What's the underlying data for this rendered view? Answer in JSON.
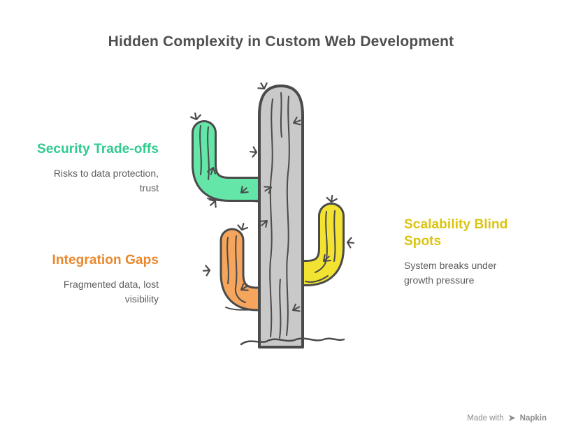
{
  "title": "Hidden Complexity in Custom Web Development",
  "sections": [
    {
      "id": "security",
      "title": "Security Trade-offs",
      "description": "Risks to data protection, trust",
      "color": "#2ECB8E"
    },
    {
      "id": "integration",
      "title": "Integration Gaps",
      "description": "Fragmented data, lost visibility",
      "color": "#EA872C"
    },
    {
      "id": "scalability",
      "title": "Scalability Blind Spots",
      "description": "System breaks under growth pressure",
      "color": "#DCC40F"
    }
  ],
  "illustration": {
    "name": "cactus",
    "trunk_color": "#C9C9C9",
    "arm_colors": {
      "security": "#63E6A8",
      "integration": "#F5A55C",
      "scalability": "#F2E232"
    }
  },
  "footer": {
    "made_with": "Made with",
    "brand": "Napkin",
    "icon": "napkin-logo-icon"
  },
  "colors": {
    "title_color": "#4F4F4F",
    "text_muted": "#5D5D5D",
    "outline_color": "#4A4A4A",
    "footer_color": "#8D8D8D"
  }
}
